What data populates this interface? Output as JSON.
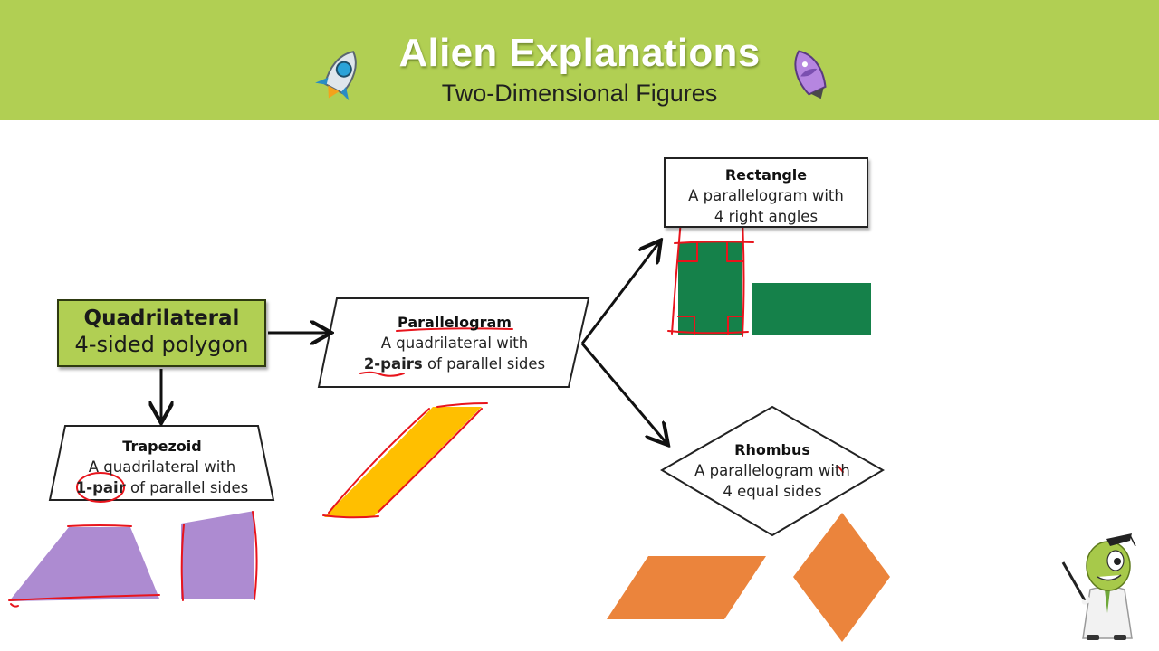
{
  "header": {
    "title": "Alien Explanations",
    "subtitle": "Two-Dimensional Figures"
  },
  "quadrilateral": {
    "title": "Quadrilateral",
    "subtitle": "4-sided polygon"
  },
  "parallelogram": {
    "title": "Parallelogram",
    "line1": "A quadrilateral with",
    "emphasis": "2-pairs",
    "line2_rest": " of parallel sides"
  },
  "trapezoid": {
    "title": "Trapezoid",
    "line1": "A quadrilateral with",
    "emphasis": "1-pair",
    "line2_rest": " of parallel sides"
  },
  "rectangle": {
    "title": "Rectangle",
    "line1": "A parallelogram with",
    "line2": "4 right angles"
  },
  "rhombus": {
    "title": "Rhombus",
    "line1": "A parallelogram with",
    "line2": "4 equal sides"
  },
  "colors": {
    "header_green": "#b1cf53",
    "trapezoid_purple": "#ad8bd1",
    "parallelogram_yellow": "#ffbf00",
    "rectangle_green": "#15814a",
    "rhombus_orange": "#eb843c",
    "annotation_red": "#e8141c"
  },
  "icons": [
    "rocket-left-icon",
    "rocket-right-icon",
    "alien-teacher-icon"
  ]
}
